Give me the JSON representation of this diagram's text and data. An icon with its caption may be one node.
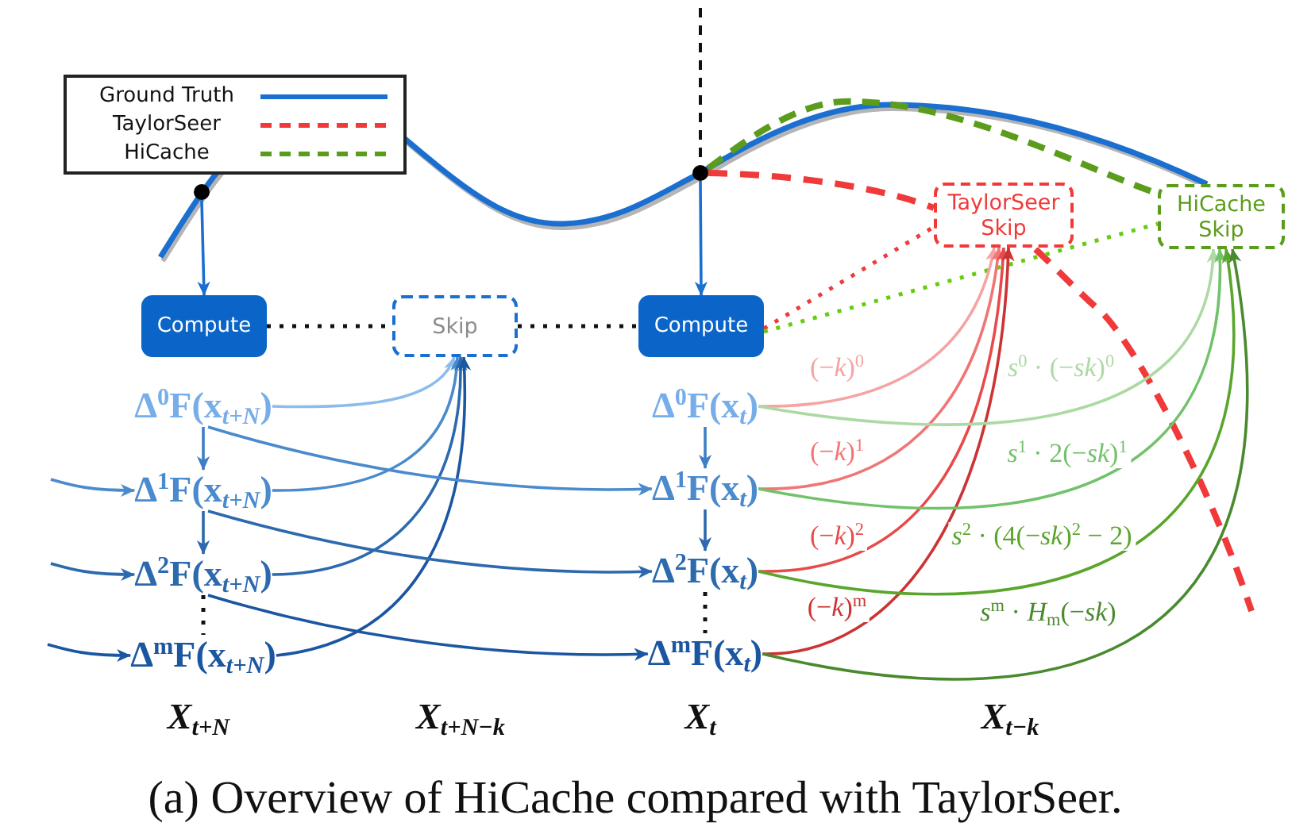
{
  "diagram": {
    "caption": "(a) Overview of HiCache compared with TaylorSeer.",
    "nodes": [
      {
        "text": [],
        "shape": "circle"
      },
      {
        "text": [],
        "shape": "circle"
      },
      {
        "text": [
          "TaylorSeer Skip"
        ]
      },
      {
        "text": [
          "HiCache Skip"
        ]
      },
      {
        "text": [
          "Compute"
        ]
      },
      {
        "text": [
          "Skip"
        ]
      },
      {
        "text": [
          "Compute"
        ]
      },
      {
        "text": [
          "Δ$^{0}$F(x$_{t+N}$)"
        ]
      },
      {
        "text": [
          "Δ$^{1}$F(x$_{t+N}$)"
        ]
      },
      {
        "text": [
          "Δ$^{2}$F(x$_{t+N}$)"
        ]
      },
      {
        "text": [
          "Δ$^{m}$F(x$_{t+N}$)"
        ]
      },
      {
        "text": [
          "Δ$^{0}$F(x$_{t}$)"
        ]
      },
      {
        "text": [
          "Δ$^{1}$F(x$_{t}$)"
        ]
      },
      {
        "text": [
          "Δ$^{2}$F(x$_{t}$)"
        ]
      },
      {
        "text": [
          "Δ$^{m}$F(x$_{t}$)"
        ]
      }
    ],
    "edges": [
      {
        "from": 0,
        "to": 4,
        "arrow": "to",
        "color": "#1a6fd0"
      },
      {
        "from": 1,
        "to": 6,
        "arrow": "to",
        "color": "#1a6fd0"
      },
      {
        "from": 4,
        "to": 5,
        "arrow": "none",
        "style": "dashed",
        "color": "#111111"
      },
      {
        "from": 5,
        "to": 6,
        "arrow": "none",
        "style": "dashed",
        "color": "#111111"
      },
      {
        "from": 6,
        "to": 2,
        "arrow": "none",
        "style": "dashed",
        "color": "#f03a3a"
      },
      {
        "from": 6,
        "to": 3,
        "arrow": "none",
        "style": "dashed",
        "color": "#66cc11"
      },
      {
        "from": null,
        "to": 8,
        "arrow": "to",
        "color": "#4a8acd"
      },
      {
        "from": null,
        "to": 9,
        "arrow": "to",
        "color": "#2c69ad"
      },
      {
        "from": null,
        "to": 10,
        "arrow": "to",
        "color": "#1b56a1"
      },
      {
        "from": 7,
        "to": 8,
        "arrow": "to",
        "color": "#3e7fc6"
      },
      {
        "from": 8,
        "to": 9,
        "arrow": "to",
        "color": "#2c69ad"
      },
      {
        "from": 9,
        "to": 10,
        "arrow": "none",
        "style": "dashed",
        "color": "#111111"
      },
      {
        "from": 7,
        "to": 5,
        "arrow": "to",
        "color": "#8dbcec"
      },
      {
        "from": 8,
        "to": 5,
        "arrow": "to",
        "color": "#4a8acd"
      },
      {
        "from": 9,
        "to": 5,
        "arrow": "to",
        "color": "#2c69ad"
      },
      {
        "from": 10,
        "to": 5,
        "arrow": "to",
        "color": "#1b56a1"
      },
      {
        "from": 7,
        "to": 12,
        "arrow": "to",
        "color": "#4a8acd"
      },
      {
        "from": 8,
        "to": 13,
        "arrow": "to",
        "color": "#2c69ad"
      },
      {
        "from": 9,
        "to": 14,
        "arrow": "to",
        "color": "#1b56a1"
      },
      {
        "from": 11,
        "to": 12,
        "arrow": "to",
        "color": "#3e7fc6"
      },
      {
        "from": 12,
        "to": 13,
        "arrow": "to",
        "color": "#2c69ad"
      },
      {
        "from": 13,
        "to": 14,
        "arrow": "none",
        "style": "dashed",
        "color": "#111111"
      },
      {
        "from": 11,
        "to": 2,
        "arrow": "to",
        "label": "(−*k*)$^{0}$",
        "color": "#f5a3a3"
      },
      {
        "from": 12,
        "to": 2,
        "arrow": "to",
        "label": "(−*k*)$^{1}$",
        "color": "#f07676"
      },
      {
        "from": 13,
        "to": 2,
        "arrow": "to",
        "label": "(−*k*)$^{2}$",
        "color": "#e84a4a"
      },
      {
        "from": 14,
        "to": 2,
        "arrow": "to",
        "label": "(−*k*)$^{m}$",
        "color": "#cc3333"
      },
      {
        "from": 11,
        "to": 3,
        "arrow": "to",
        "label": "*s*$^{0}$ · (−*sk*)$^{0}$",
        "color": "#acd9a4"
      },
      {
        "from": 12,
        "to": 3,
        "arrow": "to",
        "label": "*s*$^{1}$ · 2(−*sk*)$^{1}$",
        "color": "#72c26c"
      },
      {
        "from": 13,
        "to": 3,
        "arrow": "to",
        "label": "*s*$^{2}$ · (4(−*sk*)$^{2}$ − 2)",
        "color": "#5aa62c"
      },
      {
        "from": 14,
        "to": 3,
        "arrow": "to",
        "label": "*s*$^{m}$ · *H*$_{m}$(−*sk*)",
        "color": "#4a8a2e"
      },
      {
        "from": 1,
        "to": 3,
        "arrow": "none",
        "style": "dashed",
        "color": "#5b9c1c"
      },
      {
        "from": 1,
        "to": 2,
        "arrow": "none",
        "style": "dashed",
        "color": "#f03a3a"
      }
    ],
    "labels": [
      "X$_{t+N}$",
      "X$_{t+N−k}$",
      "X$_{t}$",
      "X$_{t−k}$"
    ],
    "legend": [
      {
        "text": "Ground Truth"
      },
      {
        "text": "TaylorSeer"
      },
      {
        "text": "HiCache"
      }
    ]
  }
}
